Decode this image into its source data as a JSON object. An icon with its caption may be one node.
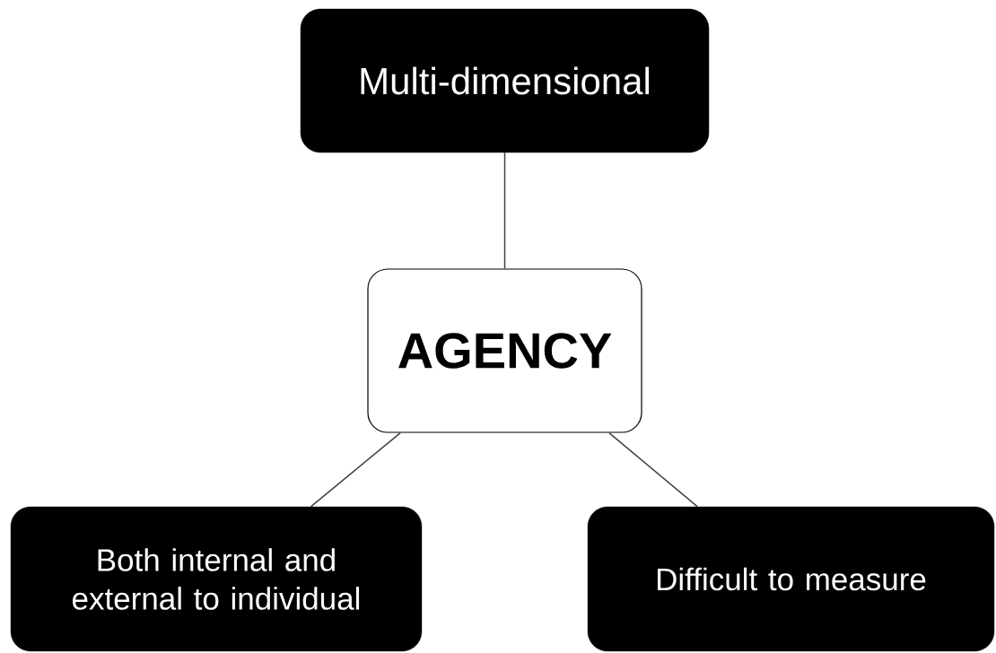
{
  "diagram": {
    "nodes": [
      {
        "text": [
          "Multi-dimensional"
        ]
      },
      {
        "text": [
          "AGENCY"
        ]
      },
      {
        "text": [
          "Both internal and external to individual"
        ]
      },
      {
        "text": [
          "Difficult to measure"
        ]
      }
    ],
    "edges": [
      {
        "from": 0,
        "to": 1,
        "arrow": "none"
      },
      {
        "from": 1,
        "to": 2,
        "arrow": "none"
      },
      {
        "from": 1,
        "to": 3,
        "arrow": "none"
      }
    ]
  }
}
